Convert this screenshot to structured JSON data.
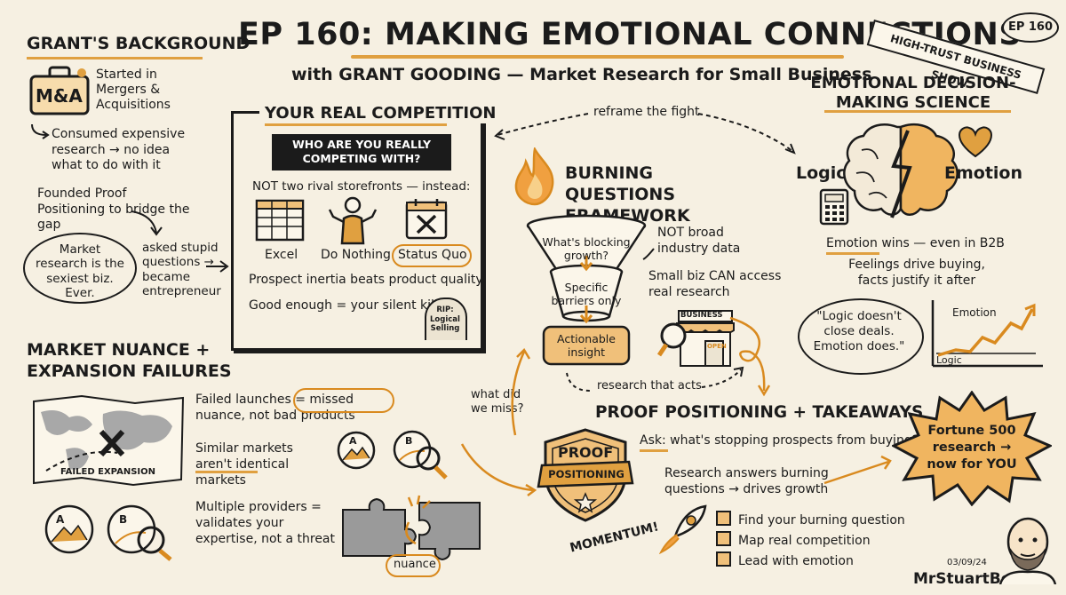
{
  "header": {
    "title": "EP 160: MAKING EMOTIONAL CONNECTIONS",
    "subtitle": "with GRANT GOODING — Market Research for Small Business",
    "show_banner": "HIGH-TRUST BUSINESS SHOW",
    "episode_badge": "EP 160"
  },
  "background": {
    "heading": "GRANT'S BACKGROUND",
    "briefcase_label": "M&A",
    "started": "Started in Mergers & Acquisitions",
    "consumed": "Consumed expensive research → no idea what to do with it",
    "founded": "Founded Proof Positioning to bridge the gap",
    "bubble": "Market research is the sexiest biz. Ever.",
    "stupid_questions": "asked stupid questions → became entrepreneur"
  },
  "competition": {
    "heading": "YOUR REAL COMPETITION",
    "question": "WHO ARE YOU REALLY COMPETING WITH?",
    "not_rivals": "NOT two rival storefronts — instead:",
    "options": [
      "Excel",
      "Do Nothing",
      "Status Quo"
    ],
    "inertia": "Prospect inertia beats product quality",
    "good_enough": "Good enough = your silent killer",
    "tombstone": "RIP: Logical Selling"
  },
  "framework": {
    "reframe": "reframe the fight",
    "heading": "BURNING QUESTIONS FRAMEWORK",
    "funnel_top": "What's blocking growth?",
    "funnel_mid": "Specific barriers only",
    "funnel_bottom": "Actionable insight",
    "not_broad": "NOT broad industry data",
    "small_biz": "Small biz CAN access real research",
    "store_sign": "BUSINESS",
    "store_open": "OPEN",
    "research_acts": "research that acts",
    "what_miss": "what did we miss?"
  },
  "emotional": {
    "heading": "EMOTIONAL DECISION-MAKING SCIENCE",
    "logic": "Logic",
    "emotion": "Emotion",
    "wins": "Emotion wins — even in B2B",
    "feelings": "Feelings drive buying, facts justify it after",
    "quote": "\"Logic doesn't close deals. Emotion does.\"",
    "chart_emotion": "Emotion",
    "chart_logic": "Logic"
  },
  "nuance": {
    "heading": "MARKET NUANCE + EXPANSION FAILURES",
    "map_label": "FAILED EXPANSION",
    "failed_launches": "Failed launches = missed nuance, not bad products",
    "similar": "Similar markets aren't identical markets",
    "multiple": "Multiple providers = validates your expertise, not a threat",
    "nuance_tag": "nuance",
    "market_a": "A",
    "market_b": "B"
  },
  "takeaways": {
    "heading": "PROOF POSITIONING + TAKEAWAYS",
    "badge_line1": "PROOF",
    "badge_line2": "POSITIONING",
    "ask": "Ask: what's stopping prospects from buying?",
    "research_answers": "Research answers burning questions → drives growth",
    "checklist": [
      "Find your burning question",
      "Map real competition",
      "Lead with emotion"
    ],
    "fortune": "Fortune 500 research → now for YOU",
    "momentum": "MOMENTUM!"
  },
  "footer": {
    "date": "03/09/24",
    "author": "MrStuartBell"
  }
}
